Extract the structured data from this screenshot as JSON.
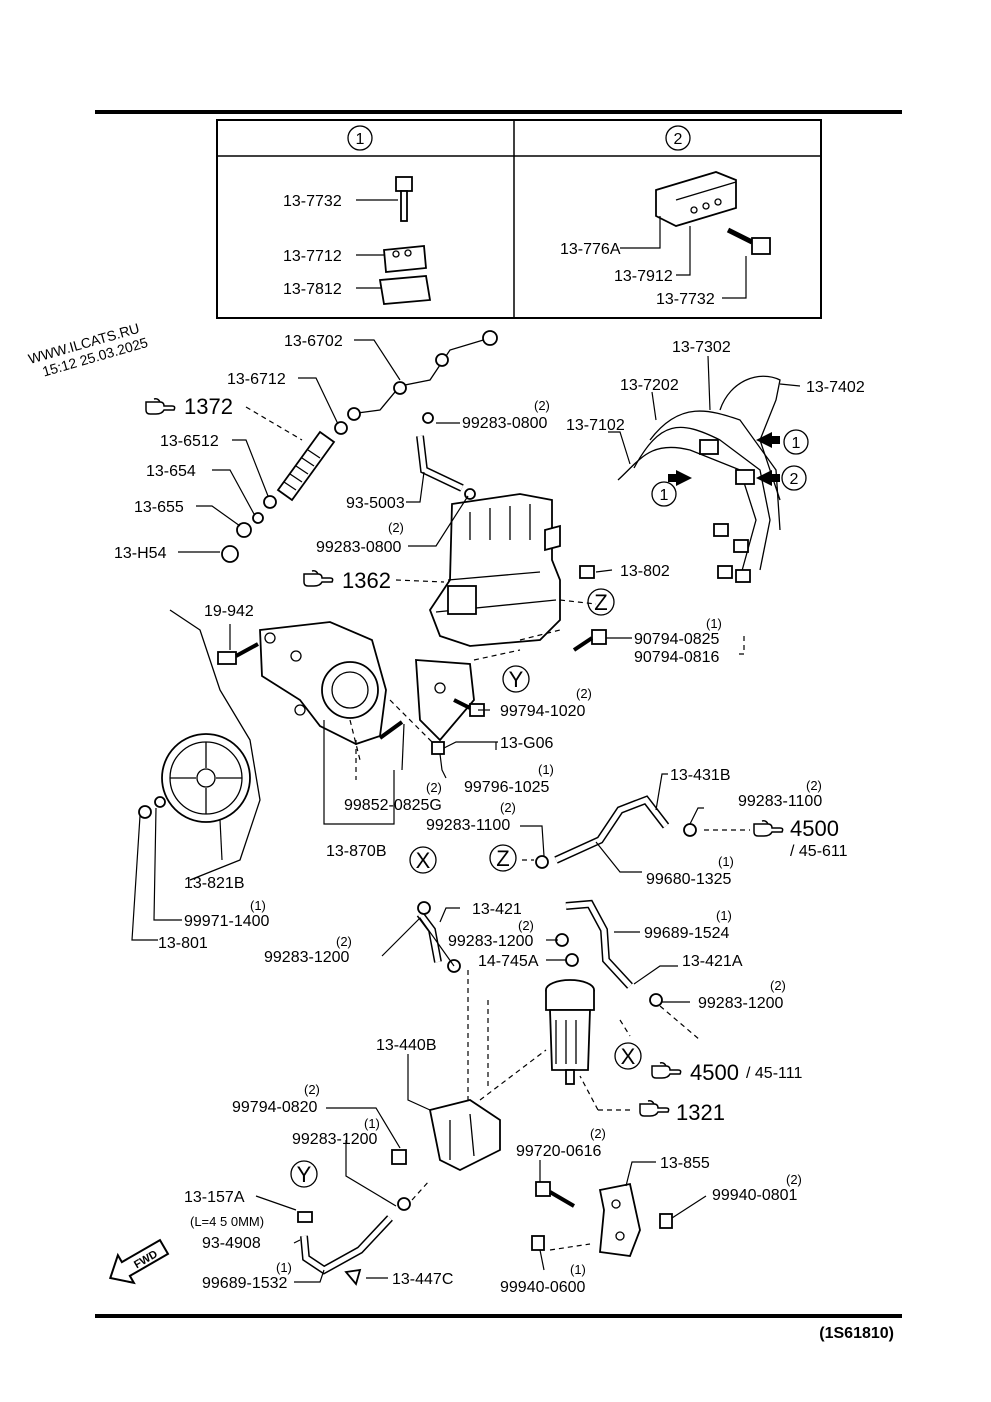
{
  "watermark": {
    "line1": "WWW.ILCATS.RU",
    "line2": "15:12 25.03.2025"
  },
  "inset": {
    "panel1": {
      "header": "1",
      "labels": [
        "13-7732",
        "13-7712",
        "13-7812"
      ]
    },
    "panel2": {
      "header": "2",
      "labels": [
        "13-776A",
        "13-7912",
        "13-7732"
      ]
    }
  },
  "callouts": {
    "c1": {
      "label": "13-6702"
    },
    "c2": {
      "label": "13-6712"
    },
    "c3": {
      "label": "1372"
    },
    "c4": {
      "label": "13-6512"
    },
    "c5": {
      "label": "13-654"
    },
    "c6": {
      "label": "13-655"
    },
    "c7": {
      "label": "13-H54"
    },
    "c8": {
      "label": "99283-0800",
      "qty": "(2)"
    },
    "c9": {
      "label": "93-5003"
    },
    "c10": {
      "label": "99283-0800",
      "qty": "(2)"
    },
    "c11": {
      "label": "1362"
    },
    "c12": {
      "label": "13-802"
    },
    "c13": {
      "label": "13-7302"
    },
    "c14": {
      "label": "13-7402"
    },
    "c15": {
      "label": "13-7202"
    },
    "c16": {
      "label": "13-7102"
    },
    "c17": {
      "label": "90794-0825",
      "qty": "(1)"
    },
    "c18": {
      "label": "90794-0816"
    },
    "c19": {
      "label": "19-942"
    },
    "c20": {
      "label": "99794-1020",
      "qty": "(2)"
    },
    "c21": {
      "label": "13-G06"
    },
    "c22": {
      "label": "99796-1025",
      "qty": "(1)"
    },
    "c23": {
      "label": "99852-0825G",
      "qty": "(2)"
    },
    "c24": {
      "label": "13-870B"
    },
    "c25": {
      "label": "13-821B"
    },
    "c26": {
      "label": "99971-1400",
      "qty": "(1)"
    },
    "c27": {
      "label": "13-801"
    },
    "c28": {
      "label": "13-431B"
    },
    "c29": {
      "label": "99283-1100",
      "qty": "(2)"
    },
    "c30": {
      "label": "4500",
      "sub": "/ 45-611"
    },
    "c31": {
      "label": "99283-1100",
      "qty": "(2)"
    },
    "c32": {
      "label": "99680-1325",
      "qty": "(1)"
    },
    "c33": {
      "label": "13-421"
    },
    "c34": {
      "label": "99283-1200",
      "qty": "(2)"
    },
    "c35": {
      "label": "99283-1200",
      "qty": "(2)"
    },
    "c36": {
      "label": "14-745A"
    },
    "c37": {
      "label": "99689-1524",
      "qty": "(1)"
    },
    "c38": {
      "label": "13-421A"
    },
    "c39": {
      "label": "99283-1200",
      "qty": "(2)"
    },
    "c40": {
      "label": "4500",
      "sub": "/ 45-111"
    },
    "c41": {
      "label": "1321"
    },
    "c42": {
      "label": "13-440B"
    },
    "c43": {
      "label": "99794-0820",
      "qty": "(2)"
    },
    "c44": {
      "label": "99283-1200",
      "qty": "(1)"
    },
    "c45": {
      "label": "13-157A"
    },
    "c46": {
      "label": "(L=4 5 0MM)"
    },
    "c47": {
      "label": "93-4908"
    },
    "c48": {
      "label": "99689-1532",
      "qty": "(1)"
    },
    "c49": {
      "label": "13-447C"
    },
    "c50": {
      "label": "99720-0616",
      "qty": "(2)"
    },
    "c51": {
      "label": "13-855"
    },
    "c52": {
      "label": "99940-0801",
      "qty": "(2)"
    },
    "c53": {
      "label": "99940-0600",
      "qty": "(1)"
    }
  },
  "markers": {
    "x1": "X",
    "x2": "X",
    "y1": "Y",
    "y2": "Y",
    "z1": "Z",
    "z2": "Z",
    "n1a": "1",
    "n1b": "1",
    "n2a": "2"
  },
  "fwd_label": "FWD",
  "diagram_code": "(1S61810)",
  "icons": [
    "pointing-hand-icon",
    "arrow-icon",
    "fwd-arrow-icon"
  ]
}
